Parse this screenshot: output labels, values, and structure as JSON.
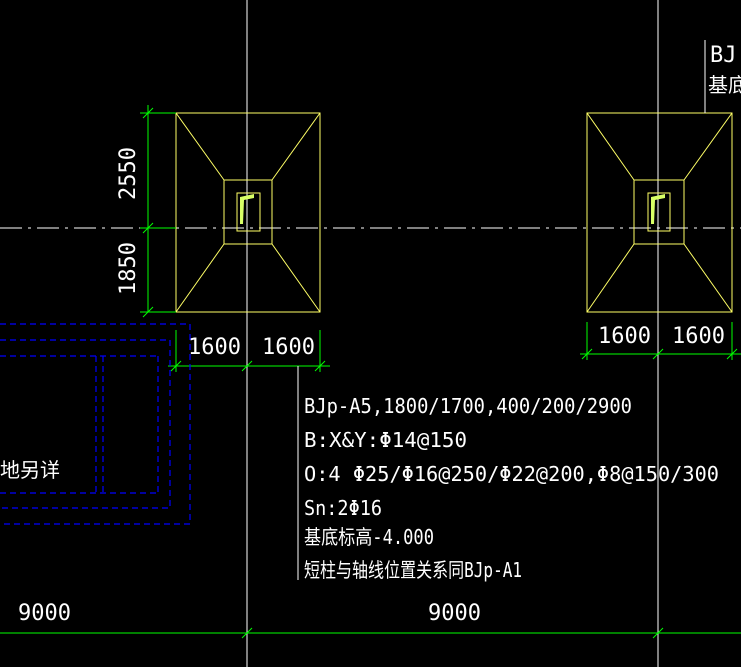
{
  "colors": {
    "background": "#000000",
    "axis": "#ffffff",
    "footing": "#ffff66",
    "dimension": "#00ff00",
    "hidden": "#0000ff",
    "text": "#ffffff",
    "column_fill": "#d8ff66"
  },
  "top_right_label": {
    "line1": "BJ",
    "line2": "基底标"
  },
  "left_dims": {
    "upper": "2550",
    "lower": "1850"
  },
  "footing_left_dims": {
    "left": "1600",
    "right": "1600"
  },
  "footing_right_dims": {
    "left": "1600",
    "right": "1600"
  },
  "annotation": {
    "line1": "BJp-A5,1800/1700,400/200/2900",
    "line2": "B:X&Y:Φ14@150",
    "line3": "O:4 Φ25/Φ16@250/Φ22@200,Φ8@150/300",
    "line4": "Sn:2Φ16",
    "line5": "基底标高-4.000",
    "line6": "短柱与轴线位置关系同BJp-A1"
  },
  "left_partial_text": "地另详",
  "bottom_dims": {
    "left": "9000",
    "right": "9000"
  }
}
